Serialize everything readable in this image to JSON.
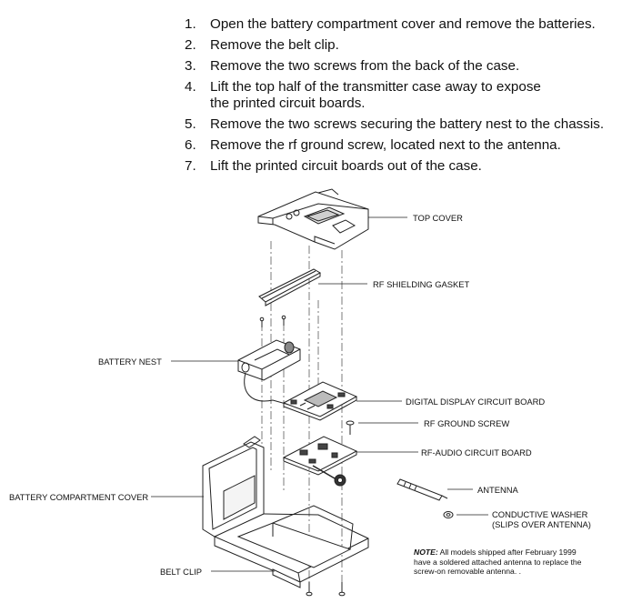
{
  "instructions": [
    {
      "num": "1.",
      "text": "Open the battery compartment cover and remove the batteries."
    },
    {
      "num": "2.",
      "text": "Remove the belt clip."
    },
    {
      "num": "3.",
      "text": "Remove the two screws from the back of the case."
    },
    {
      "num": "4.",
      "text": "Lift the top half of the transmitter case away to expose\nthe printed circuit boards."
    },
    {
      "num": "5.",
      "text": "Remove the two screws securing the battery nest to the chassis."
    },
    {
      "num": "6.",
      "text": "Remove the rf ground screw, located next to the antenna."
    },
    {
      "num": "7.",
      "text": "Lift the printed circuit boards out of the case."
    }
  ],
  "labels": {
    "top_cover": "TOP COVER",
    "rf_shielding_gasket": "RF SHIELDING GASKET",
    "battery_nest": "BATTERY NEST",
    "digital_display_board": "DIGITAL DISPLAY CIRCUIT BOARD",
    "rf_ground_screw": "RF GROUND SCREW",
    "rf_audio_board": "RF-AUDIO CIRCUIT BOARD",
    "antenna": "ANTENNA",
    "conductive_washer": "CONDUCTIVE WASHER\n(SLIPS OVER ANTENNA)",
    "battery_compartment_cover": "BATTERY COMPARTMENT COVER",
    "belt_clip": "BELT CLIP"
  },
  "note": {
    "prefix": "NOTE:",
    "text": "  All models shipped after February 1999\nhave a soldered attached antenna to replace the\nscrew-on removable antenna. ."
  }
}
